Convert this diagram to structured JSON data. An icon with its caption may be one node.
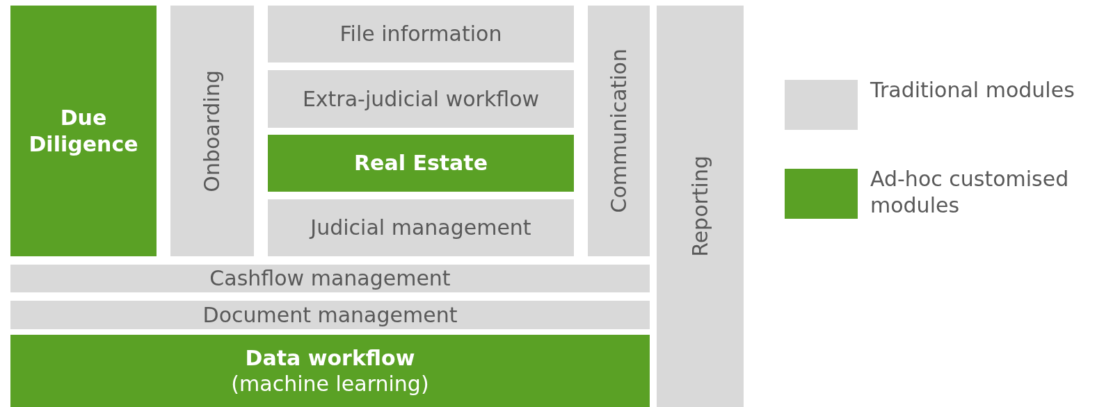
{
  "diagram": {
    "nodes": [
      {
        "text": [
          "Due Diligence"
        ]
      },
      {
        "text": [
          "Onboarding"
        ]
      },
      {
        "text": [
          "File information"
        ]
      },
      {
        "text": [
          "Extra-judicial workflow"
        ]
      },
      {
        "text": [
          "Real Estate"
        ]
      },
      {
        "text": [
          "Judicial management"
        ]
      },
      {
        "text": [
          "Communication"
        ]
      },
      {
        "text": [
          "Reporting"
        ]
      },
      {
        "text": [
          "Cashflow management"
        ]
      },
      {
        "text": [
          "Document management"
        ]
      },
      {
        "text": [
          "Data workflow",
          "(machine learning)"
        ]
      }
    ],
    "legend": [
      {
        "text": "Traditional modules",
        "color": "#d9d9d9"
      },
      {
        "text": "Ad-hoc customised modules",
        "color": "#5aa125"
      }
    ]
  }
}
